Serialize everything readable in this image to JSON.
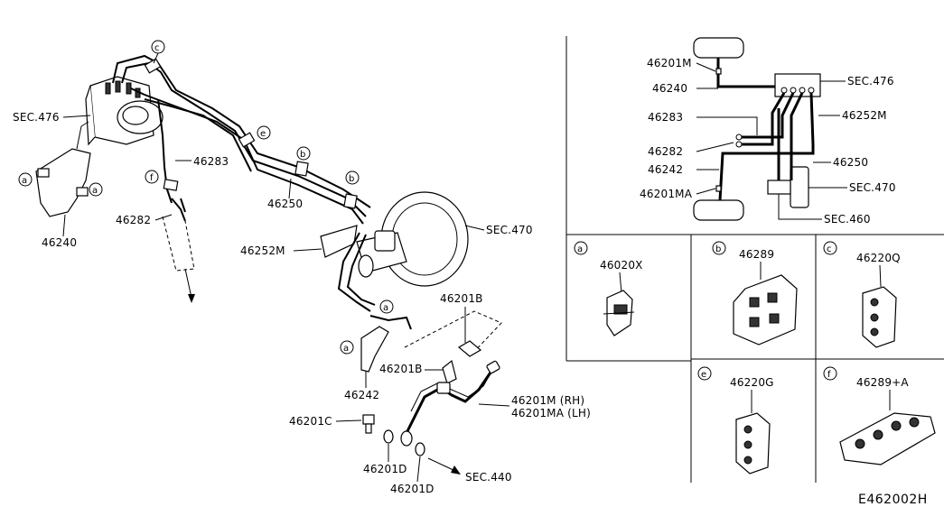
{
  "diagram_code": "E462002H",
  "main": {
    "sec476": "SEC.476",
    "p46283": "46283",
    "p46250": "46250",
    "p46282": "46282",
    "p46240": "46240",
    "sec470": "SEC.470",
    "p46252M": "46252M",
    "p46201B_a": "46201B",
    "p46201B_b": "46201B",
    "p46242": "46242",
    "p46201M": "46201M (RH)",
    "p46201MA": "46201MA (LH)",
    "p46201C": "46201C",
    "p46201D_a": "46201D",
    "p46201D_b": "46201D",
    "sec440": "SEC.440"
  },
  "callouts": {
    "a": "a",
    "b": "b",
    "c": "c",
    "e": "e",
    "f": "f"
  },
  "schematic": {
    "p46201M": "46201M",
    "p46240": "46240",
    "sec476": "SEC.476",
    "p46283": "46283",
    "p46252M": "46252M",
    "p46282": "46282",
    "p46250": "46250",
    "p46242": "46242",
    "sec470": "SEC.470",
    "p46201MA": "46201MA",
    "sec460": "SEC.460"
  },
  "clips": {
    "a": {
      "letter": "a",
      "part": "46020X"
    },
    "b": {
      "letter": "b",
      "part": "46289"
    },
    "c": {
      "letter": "c",
      "part": "46220Q"
    },
    "e": {
      "letter": "e",
      "part": "46220G"
    },
    "f": {
      "letter": "f",
      "part": "46289+A"
    }
  }
}
